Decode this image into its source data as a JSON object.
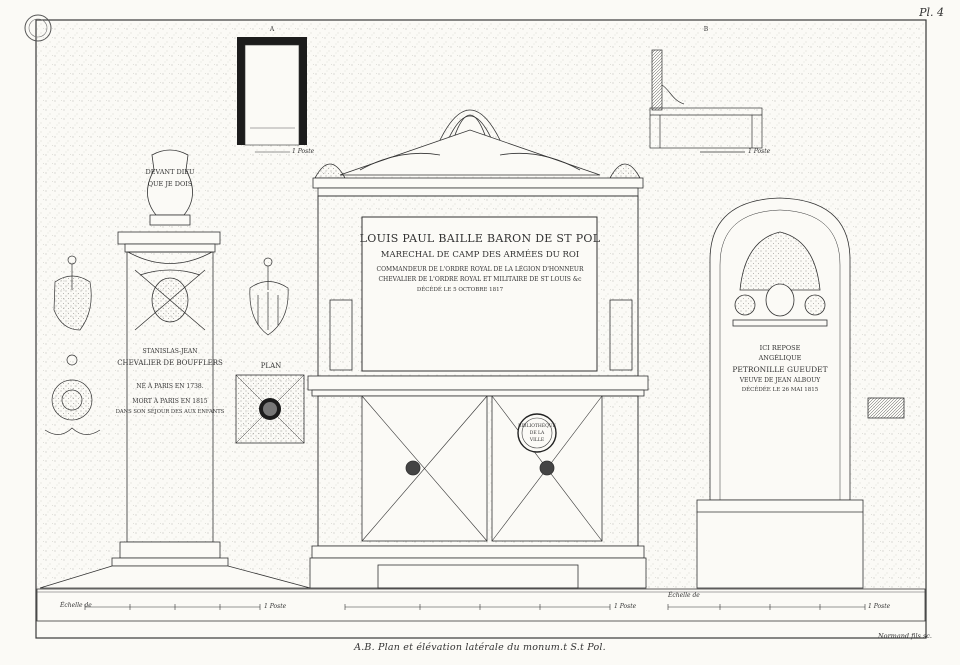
{
  "plate": {
    "number": "Pl. 4",
    "caption": "A.B. Plan et élévation latérale du monum.t S.t Pol.",
    "engraver": "Normand fils sc."
  },
  "markers": {
    "a": "A",
    "b": "B"
  },
  "scale_labels": {
    "left_title": "Échelle de",
    "left_end": "1 Poste",
    "center_end": "1 Poste",
    "right_title": "Échelle de",
    "right_end": "1 Poste",
    "a_end": "1 Poste",
    "b_end": "1 Poste"
  },
  "left_monument": {
    "urn_text": [
      "DEVANT DIEU",
      "QUE JE DOIS"
    ],
    "inscription": [
      "STANISLAS-JEAN",
      "CHEVALIER DE BOUFFLERS",
      "NÉ À PARIS EN 1738.",
      "MORT À PARIS EN 1815",
      "DANS SON SÉJOUR DES AUX ENFANTS"
    ],
    "plan_label": "PLAN"
  },
  "center_monument": {
    "title": "LOUIS PAUL BAILLE BARON DE ST POL",
    "subtitle": "MARECHAL DE CAMP DES ARMÉES DU ROI",
    "lines": [
      "COMMANDEUR DE L'ORDRE ROYAL DE LA LÉGION D'HONNEUR",
      "CHEVALIER DE L'ORDRE ROYAL ET MILITAIRE DE ST LOUIS &c",
      "DÉCÉDÉ LE 5 OCTOBRE 1817"
    ],
    "stamp": [
      "BIBLIOTHÈQUE",
      "DE LA",
      "VILLE"
    ]
  },
  "right_monument": {
    "lines": [
      "ICI REPOSE",
      "ANGÉLIQUE",
      "PETRONILLE GUEUDET",
      "VEUVE DE JEAN ALBOUY",
      "DÉCÉDÉE LE 26 MAI 1815"
    ]
  }
}
